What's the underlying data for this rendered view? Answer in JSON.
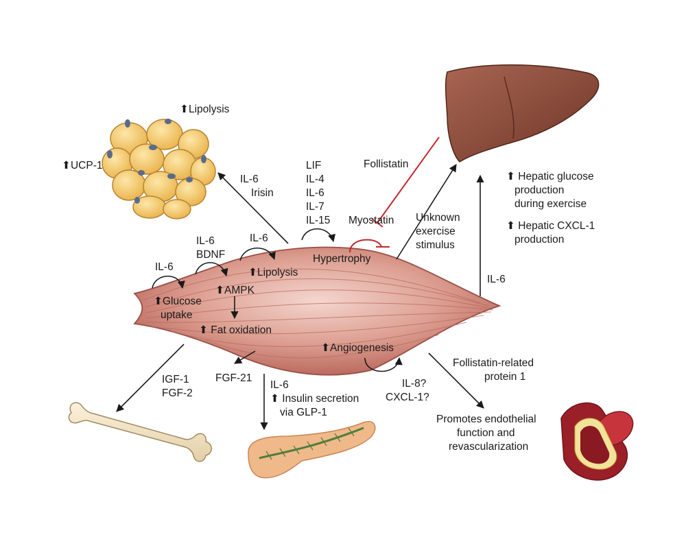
{
  "labels": {
    "lipolysis_fat": "⬆Lipolysis",
    "ucp1": "⬆UCP-1",
    "il6_irisin": [
      "IL-6",
      "Irisin"
    ],
    "myokines_hypertrophy": [
      "LIF",
      "IL-4",
      "IL-6",
      "IL-7",
      "IL-15"
    ],
    "follistatin": "Follistatin",
    "myostatin": "Myostatin",
    "unknown_stimulus": [
      "Unknown",
      "exercise",
      "stimulus"
    ],
    "hepatic_glucose": [
      "⬆ Hepatic glucose",
      "production",
      "during exercise"
    ],
    "hepatic_cxcl1": [
      "⬆ Hepatic CXCL-1",
      "production"
    ],
    "il6_liver": "IL-6",
    "il6_glucose": "IL-6",
    "il6_bdnf": [
      "IL-6",
      "BDNF"
    ],
    "il6_lipolysis": "IL-6",
    "hypertrophy": "Hypertrophy",
    "glucose_uptake": [
      "⬆Glucose",
      "uptake"
    ],
    "ampk": "⬆AMPK",
    "lipolysis_muscle": "⬆Lipolysis",
    "fat_oxidation": "⬆ Fat oxidation",
    "angiogenesis": "⬆Angiogenesis",
    "il8_cxcl1": [
      "IL-8?",
      "CXCL-1?"
    ],
    "fstl1": [
      "Follistatin-related",
      "protein 1"
    ],
    "endothelial": [
      "Promotes endothelial",
      "function and",
      "revascularization"
    ],
    "igf_fgf": [
      "IGF-1",
      "FGF-2"
    ],
    "fgf21": "FGF-21",
    "il6_pancreas": "IL-6",
    "insulin": [
      "⬆ Insulin secretion",
      "via GLP-1"
    ]
  },
  "icons": [
    "adipose-tissue-icon",
    "liver-icon",
    "muscle-icon",
    "bone-icon",
    "pancreas-icon",
    "blood-vessel-icon"
  ],
  "colors": {
    "muscle": "#d99a8e",
    "muscle_dark": "#b5665b",
    "fat": "#f7cd6a",
    "liver": "#8a4b3a",
    "inhibition": "#c0282d",
    "arrow": "#1a1a1a",
    "pancreas": "#efb98a",
    "vessel": "#a8232b"
  }
}
